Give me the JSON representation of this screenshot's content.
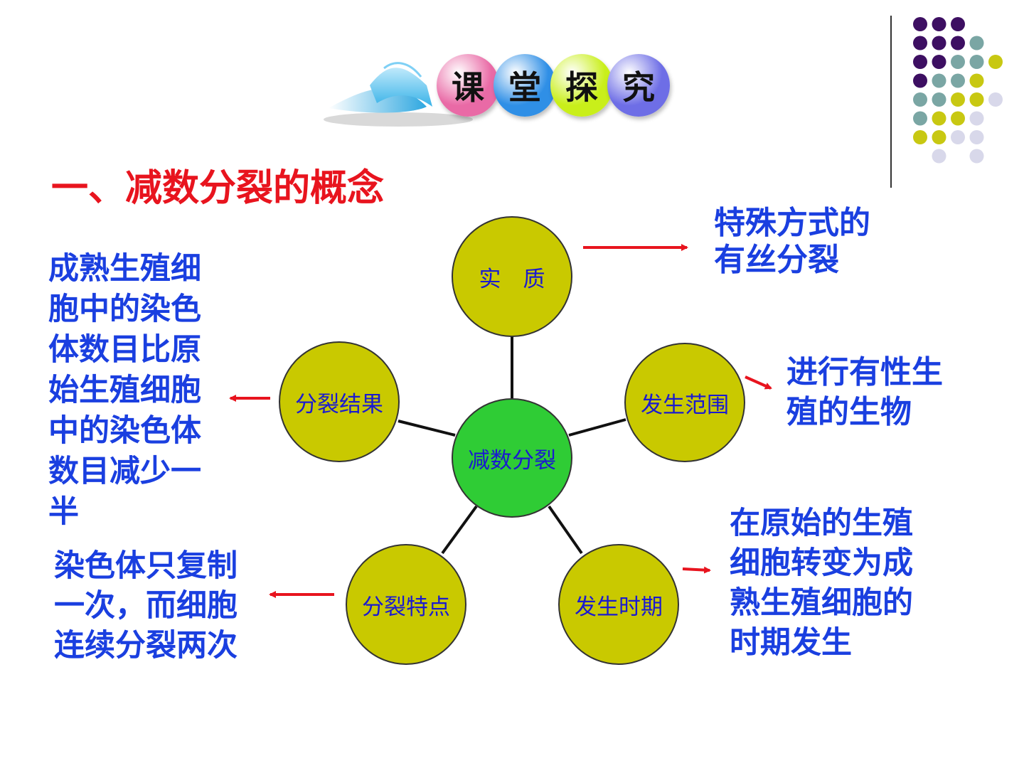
{
  "header": {
    "badges": [
      {
        "char": "课",
        "color": "#e96aa6"
      },
      {
        "char": "堂",
        "color": "#2f8fe6"
      },
      {
        "char": "探",
        "color": "#c9ef1a"
      },
      {
        "char": "究",
        "color": "#6e6ee6"
      }
    ]
  },
  "title": "一、减数分裂的概念",
  "diagram": {
    "center": "减数分裂",
    "nodes": {
      "essence": "实　质",
      "scope": "发生范围",
      "period": "发生时期",
      "features": "分裂特点",
      "result": "分裂结果"
    },
    "notes": {
      "essence": "特殊方式的\n有丝分裂",
      "scope": "进行有性生\n殖的生物",
      "period": "在原始的生殖\n细胞转变为成\n熟生殖细胞的\n时期发生",
      "features": "染色体只复制\n一次，而细胞\n连续分裂两次",
      "result": "成熟生殖细\n胞中的染色\n体数目比原\n始生殖细胞\n中的染色体\n数目减少一\n半"
    }
  },
  "colors": {
    "title": "#e8141e",
    "note_text": "#1a3fe0",
    "node_text": "#1a1ad0",
    "node_fill": "#c9c900",
    "center_fill": "#2fcc35",
    "arrow": "#e8141e",
    "dot_purple": "#3d0f62",
    "dot_teal": "#7aa6a4",
    "dot_yellow": "#c8c812",
    "dot_lavender": "#d8d8ea"
  }
}
